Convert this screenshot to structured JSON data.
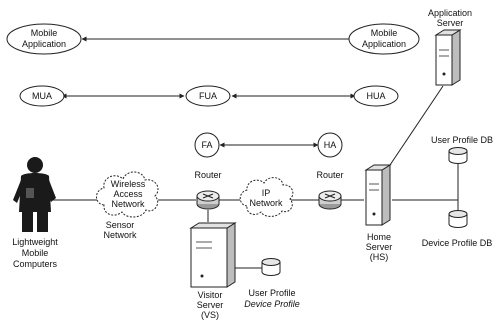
{
  "nodes": {
    "mobile_app_left": {
      "line1": "Mobile",
      "line2": "Application"
    },
    "mobile_app_right": {
      "line1": "Mobile",
      "line2": "Application"
    },
    "mua": "MUA",
    "fua": "FUA",
    "hua": "HUA",
    "fa": "FA",
    "ha": "HA",
    "ip_network": {
      "line1": "IP",
      "line2": "Network"
    },
    "wireless_network": {
      "line1": "Wireless",
      "line2": "Access",
      "line3": "Network"
    },
    "sensor_network": {
      "line1": "Sensor",
      "line2": "Network"
    },
    "router_left": "Router",
    "router_right": "Router",
    "application_server": {
      "line1": "Application",
      "line2": "Server"
    },
    "user_profile_db": "User Profile DB",
    "device_profile_db": "Device Profile DB",
    "home_server": {
      "line1": "Home",
      "line2": "Server",
      "line3": "(HS)"
    },
    "visitor_server": {
      "line1": "Visitor",
      "line2": "Server",
      "line3": "(VS)"
    },
    "visitor_profile": {
      "line1": "User Profile",
      "line2": "Device Profile"
    },
    "mobile_computers": {
      "line1": "Lightweight",
      "line2": "Mobile",
      "line3": "Computers"
    }
  },
  "colors": {
    "line": "#222222",
    "device_fill": "#ffffff",
    "device_shadow": "#bdbdbd",
    "person": "#1a1a1a"
  },
  "icons": {
    "router": "router-icon",
    "server": "server-icon",
    "database": "database-icon",
    "user": "user-figure-icon"
  }
}
